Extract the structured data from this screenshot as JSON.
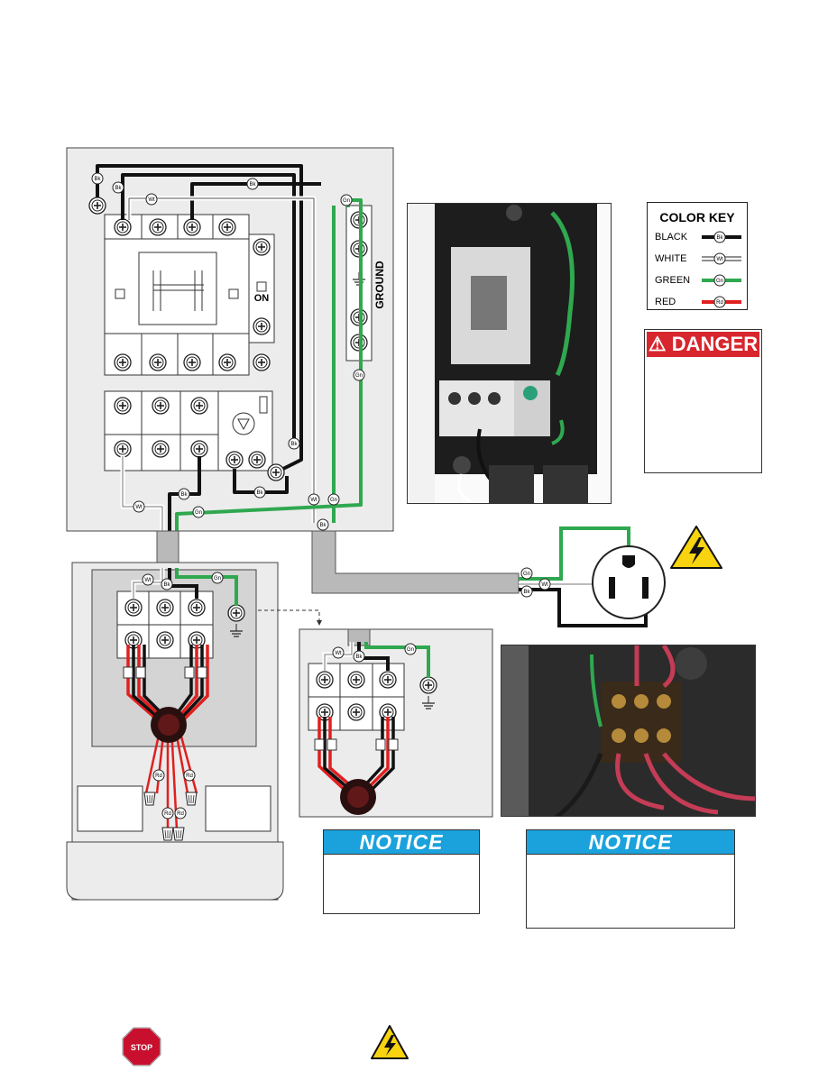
{
  "color_key": {
    "title": "COLOR KEY",
    "rows": [
      {
        "name": "BLACK",
        "tag": "Bk",
        "color": "#111111"
      },
      {
        "name": "WHITE",
        "tag": "Wt",
        "color": "#ffffff"
      },
      {
        "name": "GREEN",
        "tag": "Gn",
        "color": "#2fa84f"
      },
      {
        "name": "RED",
        "tag": "Rd",
        "color": "#e02020"
      }
    ]
  },
  "danger": {
    "label": "DANGER"
  },
  "notices": [
    {
      "label": "NOTICE"
    },
    {
      "label": "NOTICE"
    }
  ],
  "control_panel": {
    "on_label": "ON",
    "ground_label": "GROUND"
  },
  "stop_sign": {
    "label": "STOP"
  },
  "wire_tags": {
    "black": "Bk",
    "white": "Wt",
    "green": "Gn",
    "red": "Rd"
  },
  "colors": {
    "panel_bg": "#ececec",
    "gray_box": "#d4d4d4",
    "conduit": "#b9b9b9",
    "black": "#111111",
    "white": "#ffffff",
    "green": "#2fa84f",
    "red": "#e02020",
    "notice_blue": "#1ba2dc",
    "danger_red": "#d7262d",
    "warn_yellow": "#f7d40f"
  }
}
